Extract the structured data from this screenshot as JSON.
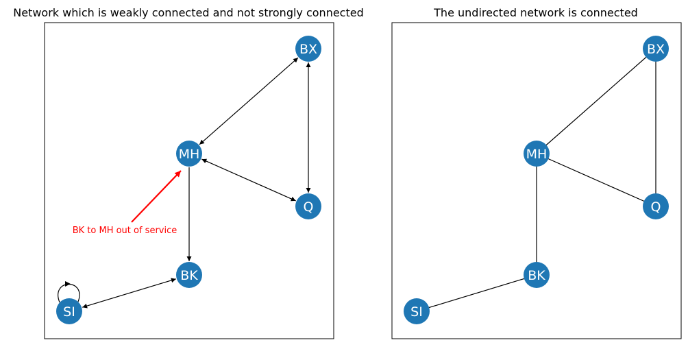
{
  "colors": {
    "node": "#1f77b4",
    "edge": "#000000",
    "annotation": "#ff0000",
    "frame": "#000000"
  },
  "left_panel": {
    "title": "Network which is weakly connected and not strongly connected",
    "nodes": [
      {
        "id": "BX",
        "label": "BX"
      },
      {
        "id": "MH",
        "label": "MH"
      },
      {
        "id": "Q",
        "label": "Q"
      },
      {
        "id": "BK",
        "label": "BK"
      },
      {
        "id": "SI",
        "label": "SI"
      }
    ],
    "edges": [
      {
        "from": "MH",
        "to": "BX",
        "directed": true,
        "bidirectional": true
      },
      {
        "from": "BX",
        "to": "Q",
        "directed": true,
        "bidirectional": true
      },
      {
        "from": "MH",
        "to": "Q",
        "directed": true,
        "bidirectional": true
      },
      {
        "from": "MH",
        "to": "BK",
        "directed": true,
        "bidirectional": false
      },
      {
        "from": "BK",
        "to": "SI",
        "directed": true,
        "bidirectional": true
      },
      {
        "from": "SI",
        "to": "SI",
        "directed": true,
        "self_loop": true
      }
    ],
    "annotation": {
      "text": "BK to MH out of service",
      "points_to": "MH"
    }
  },
  "right_panel": {
    "title": "The undirected network is connected",
    "nodes": [
      {
        "id": "BX",
        "label": "BX"
      },
      {
        "id": "MH",
        "label": "MH"
      },
      {
        "id": "Q",
        "label": "Q"
      },
      {
        "id": "BK",
        "label": "BK"
      },
      {
        "id": "SI",
        "label": "SI"
      }
    ],
    "edges": [
      {
        "from": "MH",
        "to": "BX",
        "directed": false
      },
      {
        "from": "BX",
        "to": "Q",
        "directed": false
      },
      {
        "from": "MH",
        "to": "Q",
        "directed": false
      },
      {
        "from": "MH",
        "to": "BK",
        "directed": false
      },
      {
        "from": "BK",
        "to": "SI",
        "directed": false
      }
    ]
  }
}
